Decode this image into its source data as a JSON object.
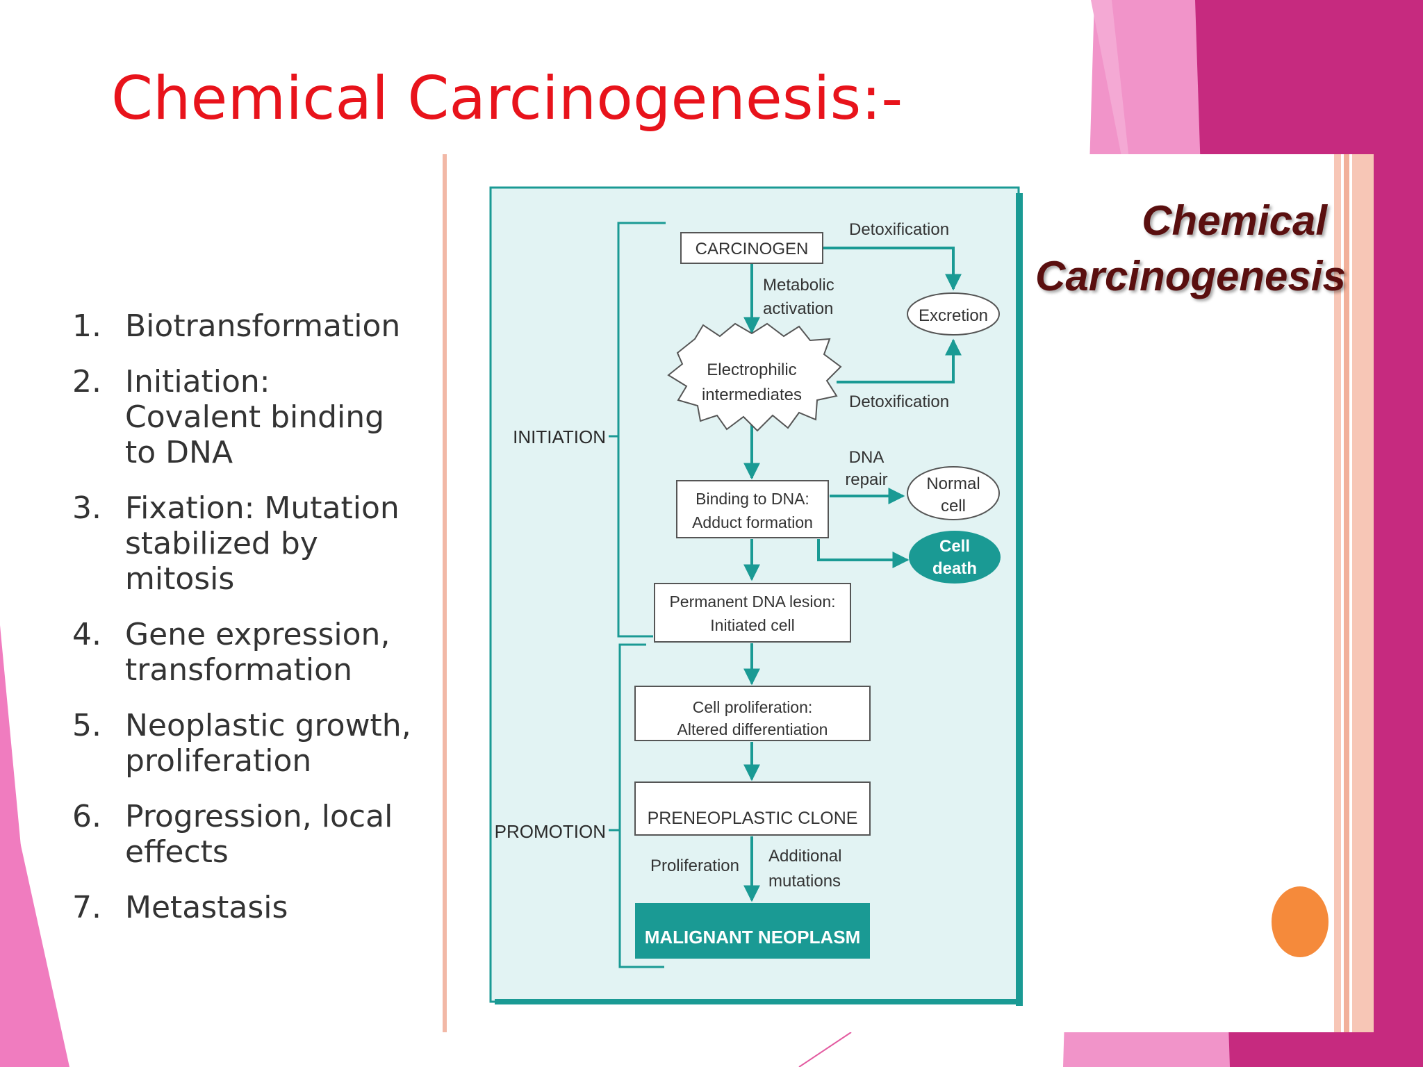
{
  "slide": {
    "title": "Chemical Carcinogenesis:-",
    "steps": [
      {
        "num": "1.",
        "lines": [
          "Biotransformation"
        ]
      },
      {
        "num": "2.",
        "lines": [
          "Initiation:",
          "Covalent binding",
          "to DNA"
        ]
      },
      {
        "num": "3.",
        "lines": [
          "Fixation:  Mutation",
          "stabilized by",
          "mitosis"
        ]
      },
      {
        "num": "4.",
        "lines": [
          "Gene expression,",
          "transformation"
        ]
      },
      {
        "num": "5.",
        "lines": [
          "Neoplastic growth,",
          "proliferation"
        ]
      },
      {
        "num": "6.",
        "lines": [
          "Progression, local",
          "effects"
        ]
      },
      {
        "num": "7.",
        "lines": [
          "Metastasis"
        ]
      }
    ]
  },
  "figure": {
    "side_title": [
      "Chemical",
      "Carcinogenesis"
    ],
    "phases": {
      "initiation": "INITIATION",
      "promotion": "PROMOTION"
    },
    "nodes": {
      "carcinogen": [
        "CARCINOGEN"
      ],
      "electrophilic": [
        "Electrophilic",
        "intermediates"
      ],
      "binding": [
        "Binding to DNA:",
        "Adduct formation"
      ],
      "lesion": [
        "Permanent DNA lesion:",
        "Initiated cell"
      ],
      "proliferation_box": [
        "Cell proliferation:",
        "Altered differentiation"
      ],
      "clone": [
        "PRENEOPLASTIC CLONE"
      ],
      "malignant": [
        "MALIGNANT NEOPLASM"
      ],
      "excretion": [
        "Excretion"
      ],
      "normal_cell": [
        "Normal",
        "cell"
      ],
      "cell_death": [
        "Cell",
        "death"
      ]
    },
    "edge_labels": {
      "detox_top": [
        "Detoxification"
      ],
      "metabolic": [
        "Metabolic",
        "activation"
      ],
      "detox_bottom": [
        "Detoxification"
      ],
      "dna_repair": [
        "DNA",
        "repair"
      ],
      "proliferation": [
        "Proliferation"
      ],
      "additional": [
        "Additional",
        "mutations"
      ]
    },
    "colors": {
      "teal": "#1a9a94",
      "panel": "#e2f3f3",
      "title_red": "#e8131b",
      "magenta": "#c0267a",
      "pink": "#ee86c0"
    }
  }
}
